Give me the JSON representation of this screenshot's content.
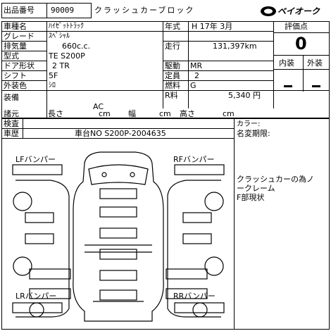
{
  "header": {
    "lot_label": "出品番号",
    "lot_number": "90009",
    "title": "クラッシュカーブロック",
    "logo_text": "ベイオーク"
  },
  "fields": {
    "car_name_label": "車種名",
    "car_name": "ﾊｲｾﾞｯﾄﾄﾗｯｸ",
    "grade_label": "グレード",
    "grade": "ｽﾍﾟｼｬﾙ",
    "displacement_label": "排気量",
    "displacement": "660c.c.",
    "model_label": "型式",
    "model": "TE S200P",
    "doors_label": "ドア形状",
    "doors": "2 TR",
    "shift_label": "シフト",
    "shift": "5F",
    "color_label": "外装色",
    "color": "ｼﾛ",
    "year_label": "年式",
    "year": "H 17年  3月",
    "mileage_label": "走行",
    "mileage": "131,397km",
    "drive_label": "駆動",
    "drive": "MR",
    "capacity_label": "定員",
    "capacity": "2",
    "fuel_label": "燃料",
    "fuel": "G",
    "recycle_label": "R料",
    "recycle": "5,340 円"
  },
  "rating": {
    "title": "評価点",
    "score": "0",
    "interior_label": "内装",
    "exterior_label": "外装"
  },
  "equipment": {
    "label": "装備",
    "value": "AC"
  },
  "dimensions": {
    "label": "諸元",
    "length_label": "長さ",
    "width_label": "幅",
    "height_label": "高さ",
    "unit": "cm"
  },
  "inspection": {
    "label": "検査",
    "history_label": "車歴",
    "chassis": "車台NO S200P-2004635",
    "color_change_label": "カラー:",
    "name_change_label": "名変期限:"
  },
  "diagram": {
    "lf": "LFバンパー",
    "rf": "RFバンパー",
    "lr": "LRバンパー",
    "rr": "RRバンパー"
  },
  "notes": {
    "line1": "クラッシュカーの為ノ",
    "line2": "ークレーム",
    "line3": "F部現状"
  }
}
